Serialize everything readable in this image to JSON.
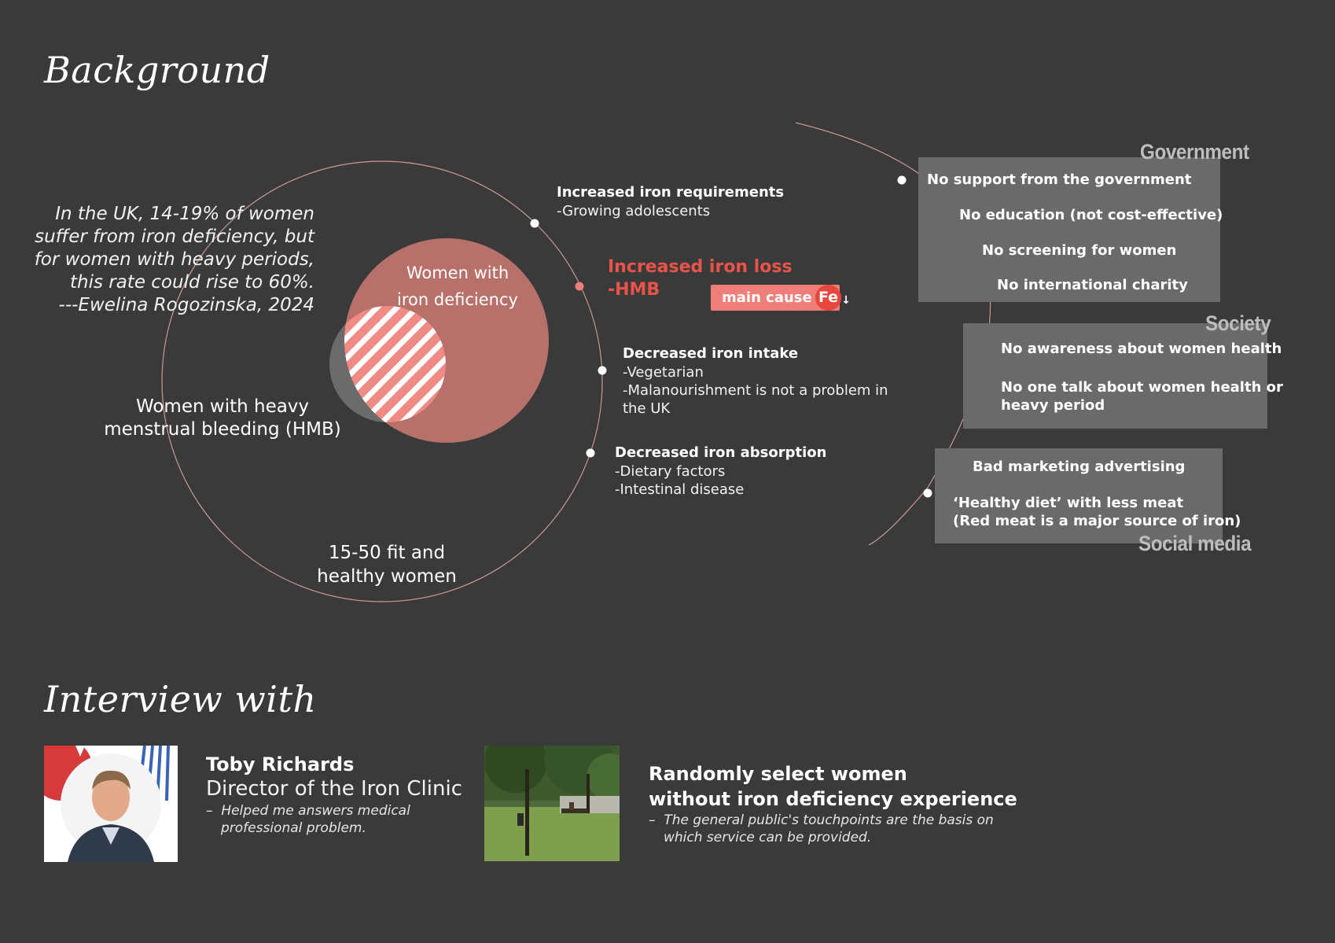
{
  "background_title": "Background",
  "quote": {
    "lines": [
      "In the UK, 14-19% of women",
      "suffer from iron deficiency, but",
      "for women with heavy periods,",
      "this rate could rise to 60%.",
      "---Ewelina Rogozinska, 2024"
    ]
  },
  "venn": {
    "iron_deficiency": [
      "Women with",
      "iron deficiency"
    ],
    "hmb": [
      "Women with heavy",
      "menstrual bleeding (HMB)"
    ],
    "healthy": [
      "15-50 fit and",
      "healthy women"
    ]
  },
  "factors": {
    "requirements": {
      "title": "Increased iron requirements",
      "lines": [
        "-Growing adolescents"
      ]
    },
    "loss": {
      "title": "Increased iron loss",
      "subtitle": "-HMB",
      "badge": "main cause",
      "badge_icon": "Fe",
      "arrow": "↓"
    },
    "intake": {
      "title": "Decreased iron intake",
      "lines": [
        "-Vegetarian",
        "-Malanourishment is not a problem in",
        "the UK"
      ]
    },
    "absorption": {
      "title": "Decreased iron absorption",
      "lines": [
        "-Dietary factors",
        "-Intestinal disease"
      ]
    }
  },
  "panels": {
    "government": {
      "label": "Government",
      "items": [
        "No support from the government",
        "No education (not cost-effective)",
        "No screening for women",
        "No international charity"
      ]
    },
    "society": {
      "label": "Society",
      "items": [
        "No awareness about women health",
        "No one talk about women health or",
        "heavy period"
      ]
    },
    "social_media": {
      "label": "Social media",
      "items": [
        "Bad marketing advertising",
        "‘Healthy diet’ with less meat",
        "(Red meat is a major source of iron)"
      ]
    }
  },
  "interview_title": "Interview with",
  "interviewees": [
    {
      "name": "Toby Richards",
      "role": "Director of the Iron Clinic",
      "note_lines": [
        "Helped me answers medical",
        "professional problem."
      ]
    },
    {
      "name_lines": [
        "Randomly select women",
        "without iron deficiency experience"
      ],
      "note_lines": [
        "The general public's touchpoints are the basis on",
        "which service can be provided."
      ]
    }
  ],
  "colors": {
    "background": "#3a3a3a",
    "deficiency_fill": "#b8706a",
    "hmb_fill": "#6b6b6b",
    "accent_red": "#e8534a",
    "orbit_line": "#c99a96",
    "panel": "#6a6a6a"
  }
}
